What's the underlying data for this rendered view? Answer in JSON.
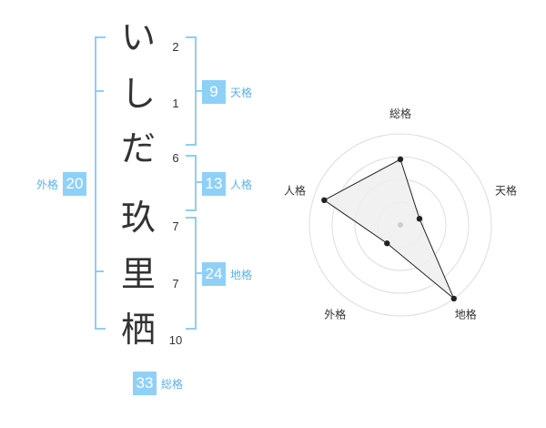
{
  "name_chars": [
    {
      "char": "い",
      "strokes": "2"
    },
    {
      "char": "し",
      "strokes": "1"
    },
    {
      "char": "だ",
      "strokes": "6"
    },
    {
      "char": "玖",
      "strokes": "7"
    },
    {
      "char": "里",
      "strokes": "7"
    },
    {
      "char": "栖",
      "strokes": "10"
    }
  ],
  "scores": {
    "tenkaku": {
      "value": "9",
      "label": "天格"
    },
    "jinkaku": {
      "value": "13",
      "label": "人格"
    },
    "chikaku": {
      "value": "24",
      "label": "地格"
    },
    "gaikaku": {
      "value": "20",
      "label": "外格"
    },
    "soukaku": {
      "value": "33",
      "label": "総格"
    }
  },
  "colors": {
    "accent": "#8fd0f7",
    "bracket": "#90cdf4",
    "label": "#5bb0e6"
  },
  "chart_data": {
    "type": "radar",
    "axes": [
      "総格",
      "天格",
      "地格",
      "外格",
      "人格"
    ],
    "values": [
      0.72,
      0.22,
      1.0,
      0.25,
      0.88
    ],
    "range": [
      0,
      1
    ],
    "rings": 4
  }
}
